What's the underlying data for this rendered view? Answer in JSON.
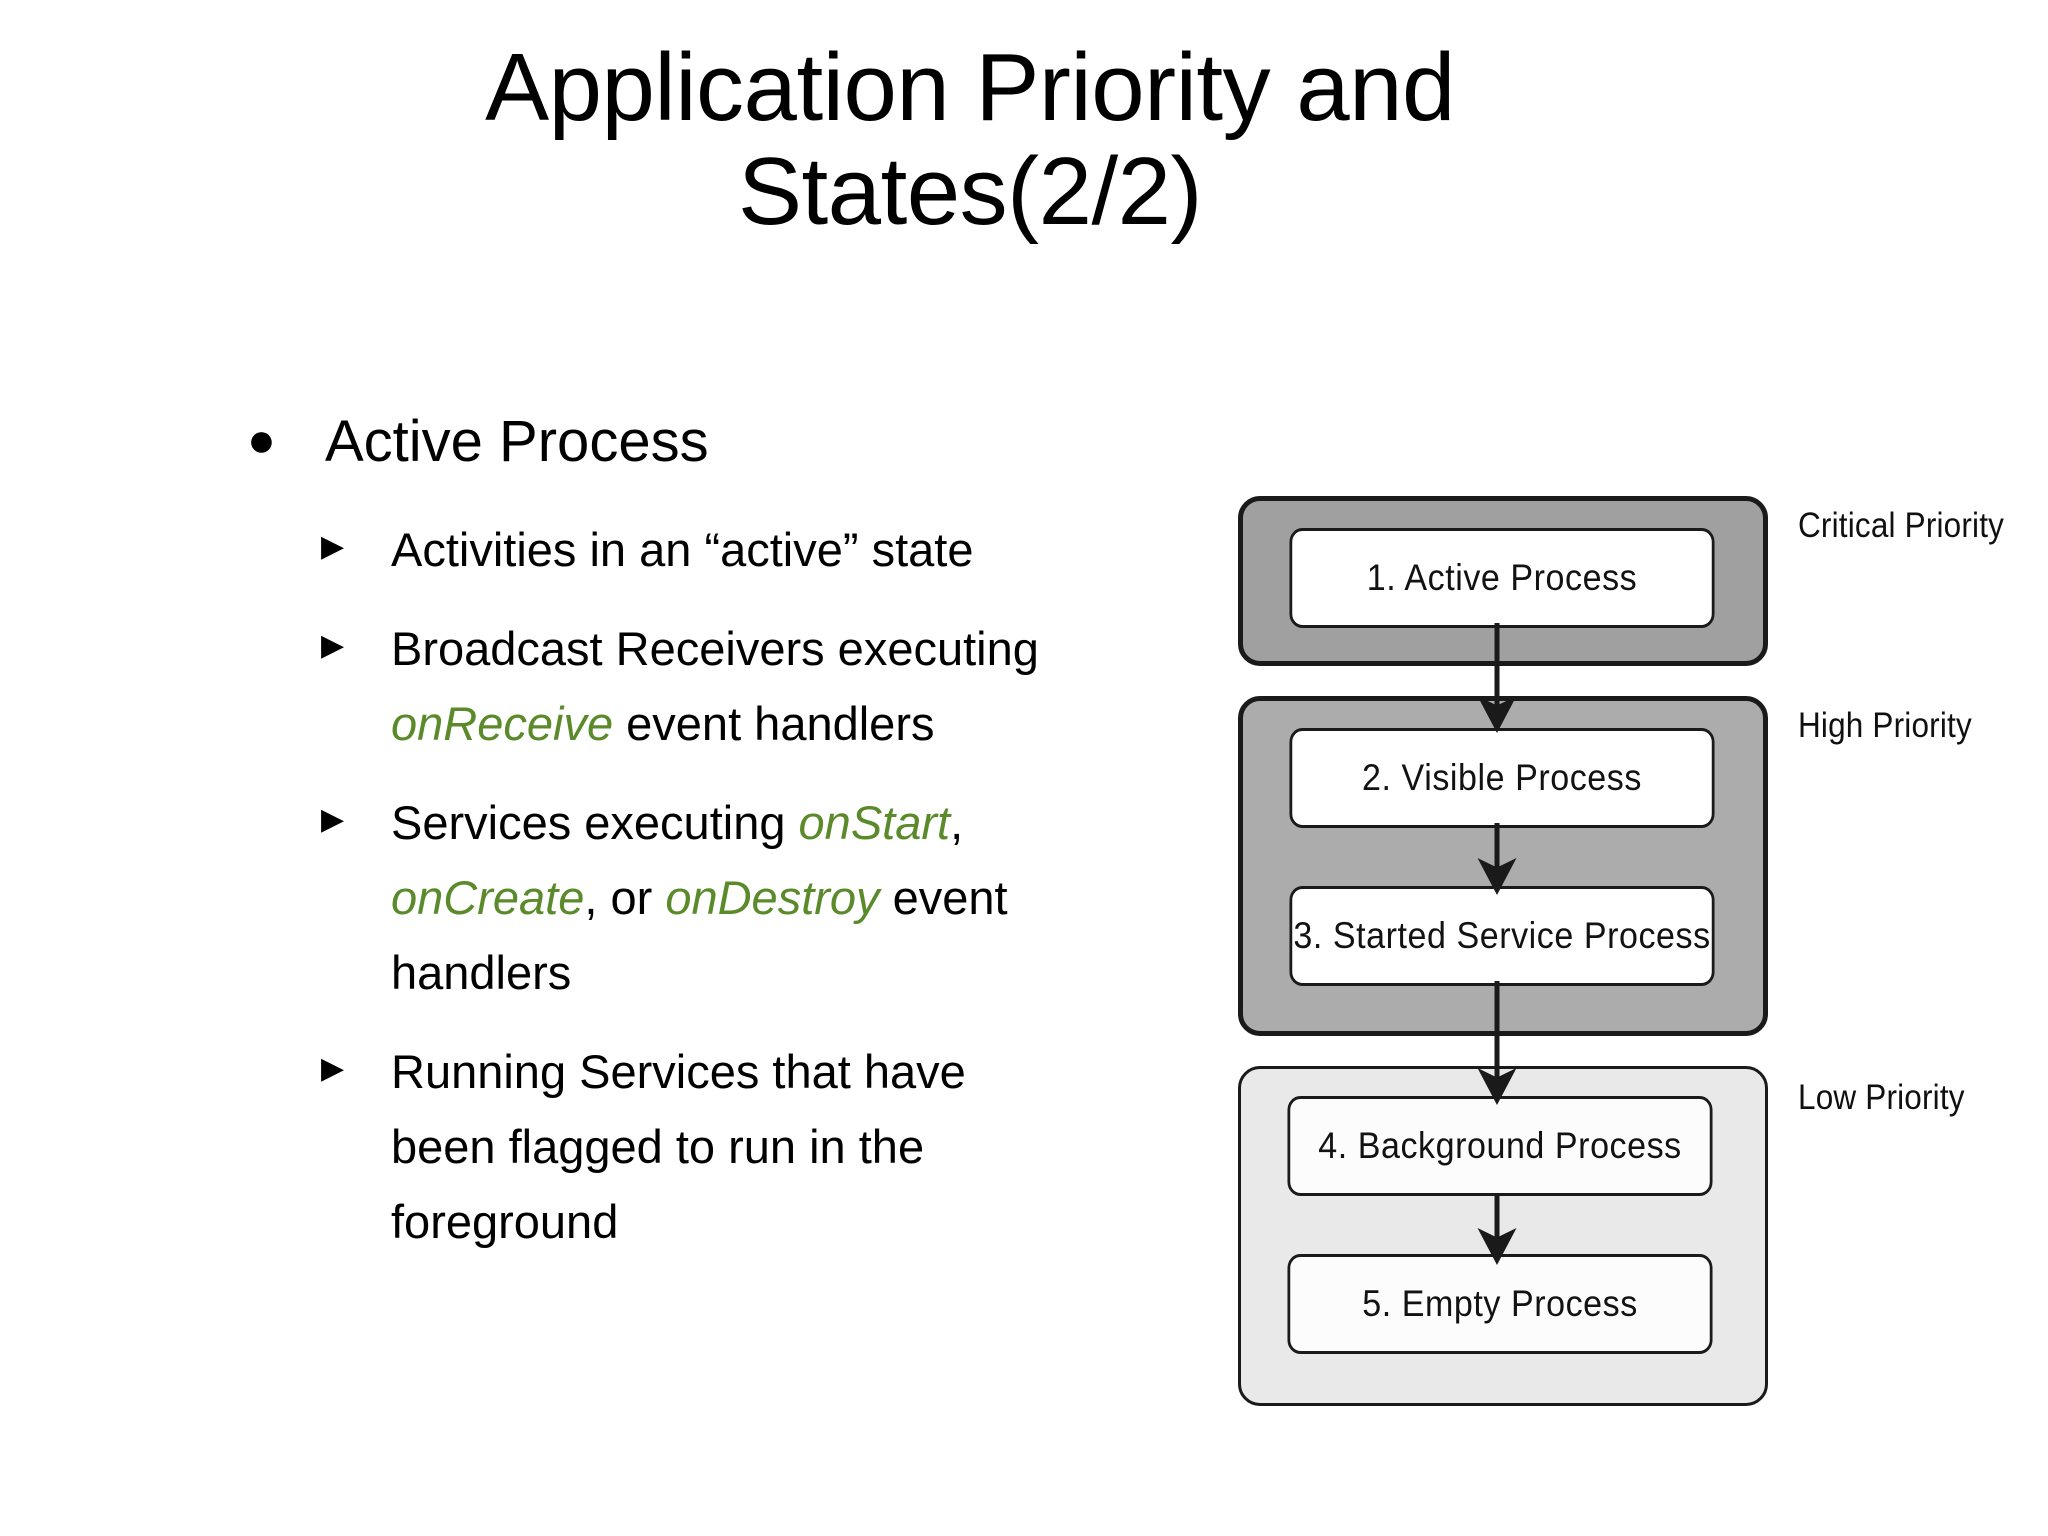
{
  "slide": {
    "title_line1": "Application Priority and",
    "title_line2": "States(2/2)"
  },
  "content": {
    "bullet_marker": "●",
    "sub_marker": "▶",
    "heading": "Active Process",
    "items": [
      {
        "id": "item-activities",
        "parts": [
          {
            "text": "Activities in an “active” state",
            "style": "plain"
          }
        ]
      },
      {
        "id": "item-broadcast-receivers",
        "parts": [
          {
            "text": "Broadcast Receivers executing ",
            "style": "plain"
          },
          {
            "text": "onReceive",
            "style": "code"
          },
          {
            "text": " event handlers",
            "style": "plain"
          }
        ]
      },
      {
        "id": "item-services-lifecycle",
        "parts": [
          {
            "text": "Services executing ",
            "style": "plain"
          },
          {
            "text": "onStart",
            "style": "code"
          },
          {
            "text": ", ",
            "style": "plain"
          },
          {
            "text": "onCreate",
            "style": "code"
          },
          {
            "text": ", or ",
            "style": "plain"
          },
          {
            "text": "onDestroy",
            "style": "code"
          },
          {
            "text": " event handlers",
            "style": "plain"
          }
        ]
      },
      {
        "id": "item-foreground-services",
        "parts": [
          {
            "text": "Running Services that have been flagged to run in the foreground",
            "style": "plain"
          }
        ]
      }
    ]
  },
  "diagram": {
    "groups": [
      {
        "id": "critical",
        "priority_label": "Critical Priority",
        "fill": "#a0a0a0"
      },
      {
        "id": "high",
        "priority_label": "High Priority",
        "fill": "#acacac"
      },
      {
        "id": "low",
        "priority_label": "Low Priority",
        "fill": "#e9e9e9"
      }
    ],
    "boxes": [
      {
        "id": "box-1",
        "label": "1. Active Process",
        "group": "critical"
      },
      {
        "id": "box-2",
        "label": "2. Visible Process",
        "group": "high"
      },
      {
        "id": "box-3",
        "label": "3. Started Service Process",
        "group": "high"
      },
      {
        "id": "box-4",
        "label": "4. Background Process",
        "group": "low"
      },
      {
        "id": "box-5",
        "label": "5. Empty Process",
        "group": "low"
      }
    ],
    "arrows": [
      {
        "from": "box-1",
        "to": "box-2"
      },
      {
        "from": "box-2",
        "to": "box-3"
      },
      {
        "from": "box-3",
        "to": "box-4"
      },
      {
        "from": "box-4",
        "to": "box-5"
      }
    ]
  },
  "colors": {
    "code_green": "#5b8a2b",
    "text_black": "#000000",
    "group_dark": "#a0a0a0",
    "group_mid": "#acacac",
    "group_light": "#e9e9e9",
    "stroke": "#1a1a1a",
    "background": "#ffffff"
  }
}
